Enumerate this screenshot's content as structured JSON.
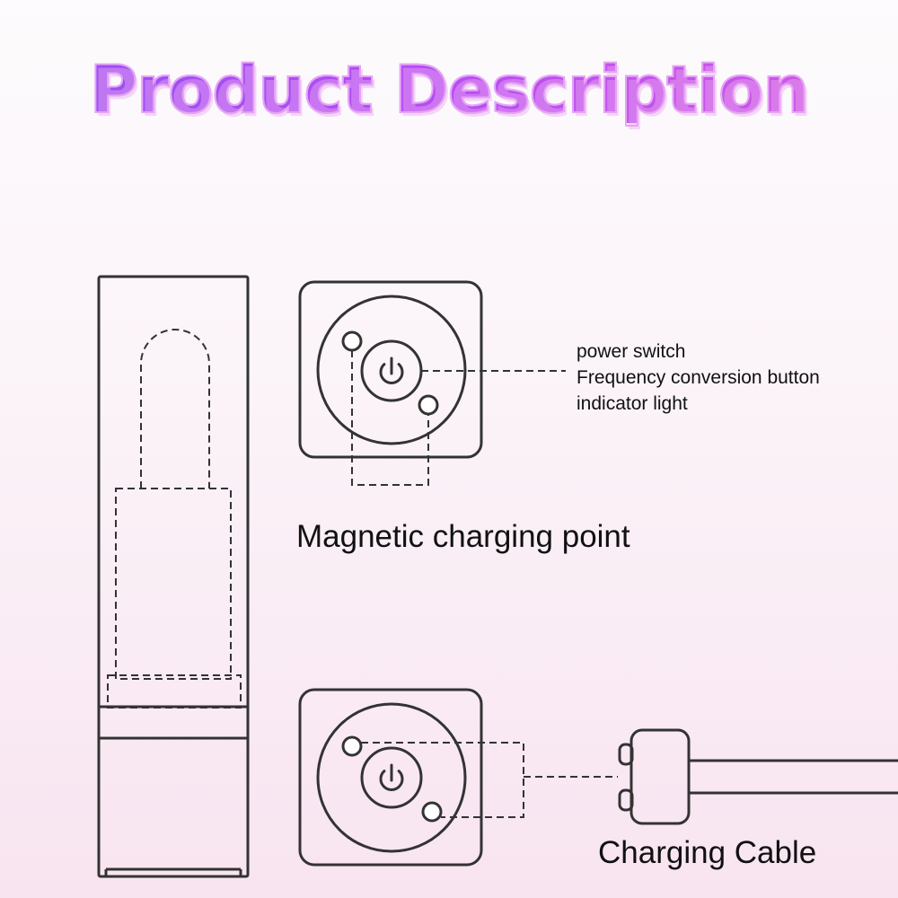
{
  "title": "Product Description",
  "callouts": {
    "power_switch": "power switch",
    "frequency_button": "Frequency conversion button",
    "indicator_light": "indicator light"
  },
  "captions": {
    "magnetic_charging_point": "Magnetic charging point",
    "charging_cable": "Charging Cable"
  },
  "colors": {
    "title_gradient_start": "#9150f3",
    "title_gradient_end": "#d258e2",
    "line_art": "#333333",
    "background_tint": "#f8e4f0"
  },
  "icons": [
    "power-icon",
    "magnetic-contact-dot",
    "indicator-light-dot",
    "magnetic-plug-connector"
  ]
}
